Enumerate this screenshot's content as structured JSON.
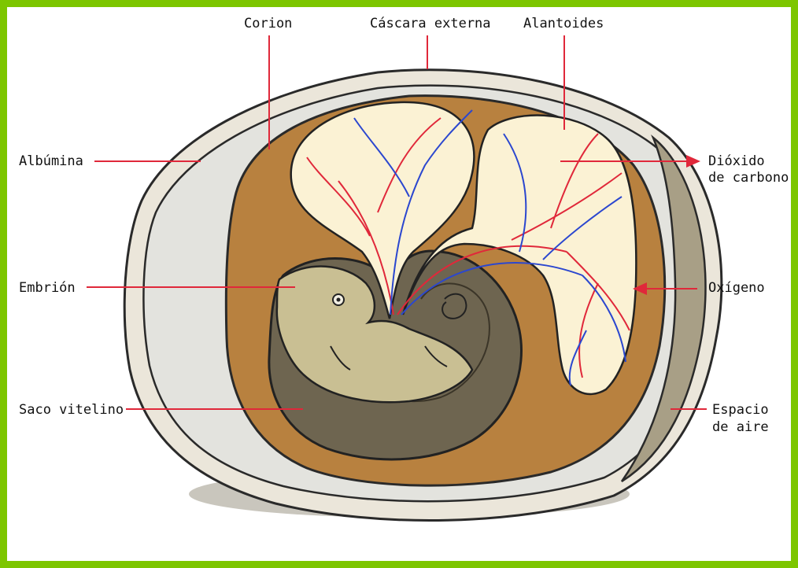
{
  "colors": {
    "frame": "#7dc600",
    "shell": "#e9e4d9",
    "albumen": "#e4e4df",
    "amniotic": "#b8813f",
    "allantois": "#fbf2d4",
    "embryo": "#c9bf93",
    "yolk_sac": "#6e6550",
    "red_vessel": "#e0283a",
    "blue_vessel": "#2b47cf"
  },
  "labels": {
    "corion": "Corion",
    "cascara": "Cáscara externa",
    "alantoides": "Alantoides",
    "albumina": "Albúmina",
    "dioxido_1": "Dióxido",
    "dioxido_2": "de carbono",
    "embrion": "Embrión",
    "oxigeno": "Oxígeno",
    "saco": "Saco vitelino",
    "espacio_1": "Espacio",
    "espacio_2": "de aire"
  }
}
